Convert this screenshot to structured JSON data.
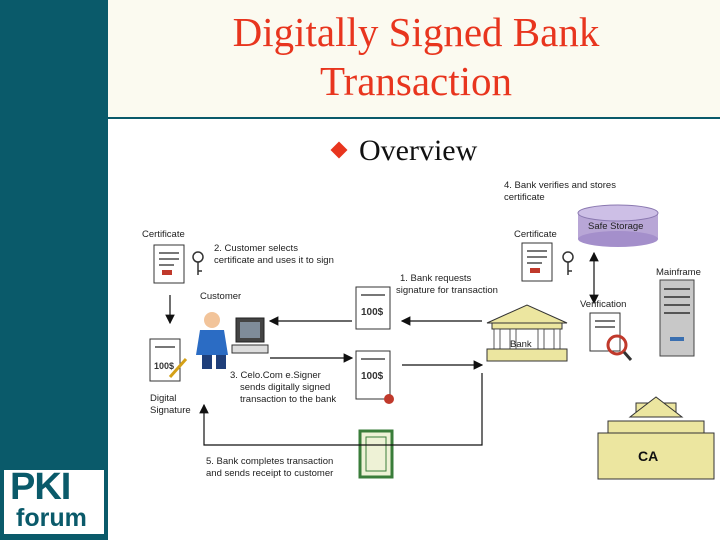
{
  "slide": {
    "title_line1": "Digitally Signed Bank",
    "title_line2": "Transaction",
    "bullet": "Overview",
    "logo_pki": "PKI",
    "logo_forum": "forum"
  },
  "diagram": {
    "step4_line1": "4. Bank verifies and stores",
    "step4_line2": "certificate",
    "certificate_left": "Certificate",
    "certificate_right": "Certificate",
    "safe_storage": "Safe Storage",
    "step2_line1": "2. Customer selects",
    "step2_line2": "certificate and uses it to sign",
    "mainframe": "Mainframe",
    "step1_line1": "1. Bank requests",
    "step1_line2": "signature for transaction",
    "customer": "Customer",
    "verification": "Verification",
    "bank": "Bank",
    "step3_line1": "3. Celo.Com e.Signer",
    "step3_line2": "sends digitally signed",
    "step3_line3": "transaction to the bank",
    "digital_line1": "Digital",
    "digital_line2": "Signature",
    "step5_line1": "5. Bank completes transaction",
    "step5_line2": "and sends receipt to customer",
    "ca": "CA",
    "doc_amount": "100$"
  },
  "colors": {
    "accent": "#e8351e",
    "brand": "#0a5a6a",
    "bank": "#ece6a0"
  }
}
